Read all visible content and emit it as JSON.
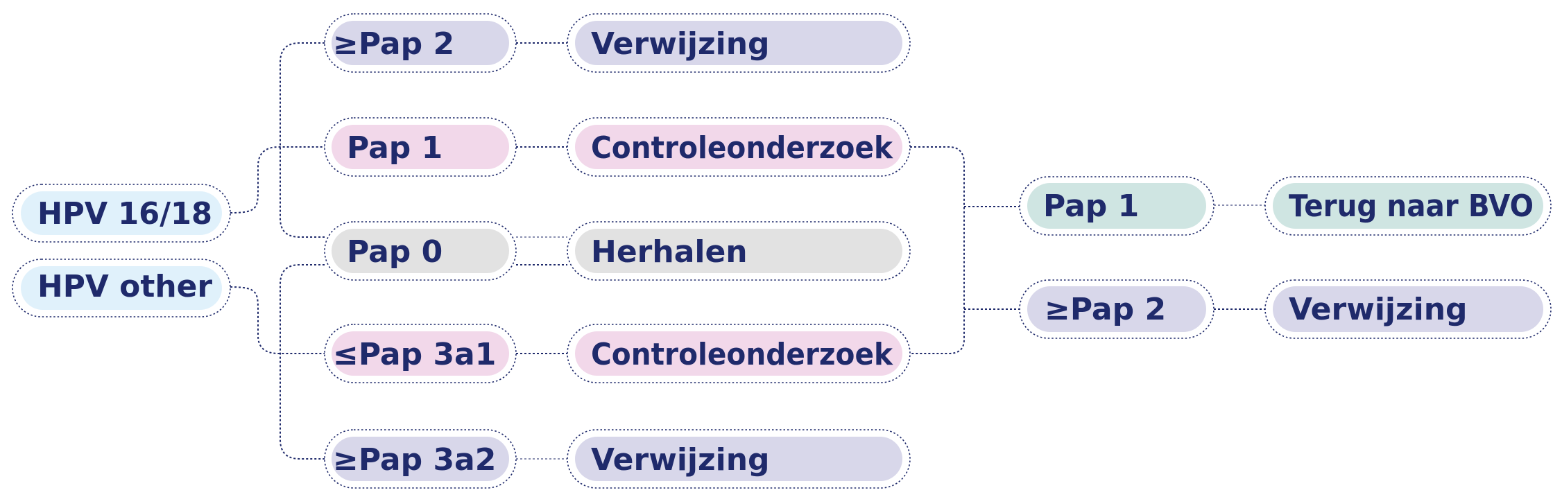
{
  "colors": {
    "text": "#1f2a6b",
    "lavender": "#d8d7ea",
    "pink": "#f2d8ea",
    "gray": "#e2e2e2",
    "lightblue": "#e0f1fb",
    "mint": "#cfe5e2"
  },
  "nodes": {
    "hpv_16_18": "HPV 16/18",
    "hpv_other": "HPV other",
    "r1_ge_pap2": "≥Pap 2",
    "r1_verwijzing": "Verwijzing",
    "r2_pap1": "Pap 1",
    "r2_controle": "Controleonderzoek",
    "r3_pap0": "Pap 0",
    "r3_herhalen": "Herhalen",
    "r4_le_pap3a1": "≤Pap 3a1",
    "r4_controle": "Controleonderzoek",
    "r5_ge_pap3a2": "≥Pap 3a2",
    "r5_verwijzing": "Verwijzing",
    "f_pap1": "Pap 1",
    "f_terug": "Terug naar BVO",
    "f_ge_pap2": "≥Pap 2",
    "f_verwijzing": "Verwijzing"
  }
}
